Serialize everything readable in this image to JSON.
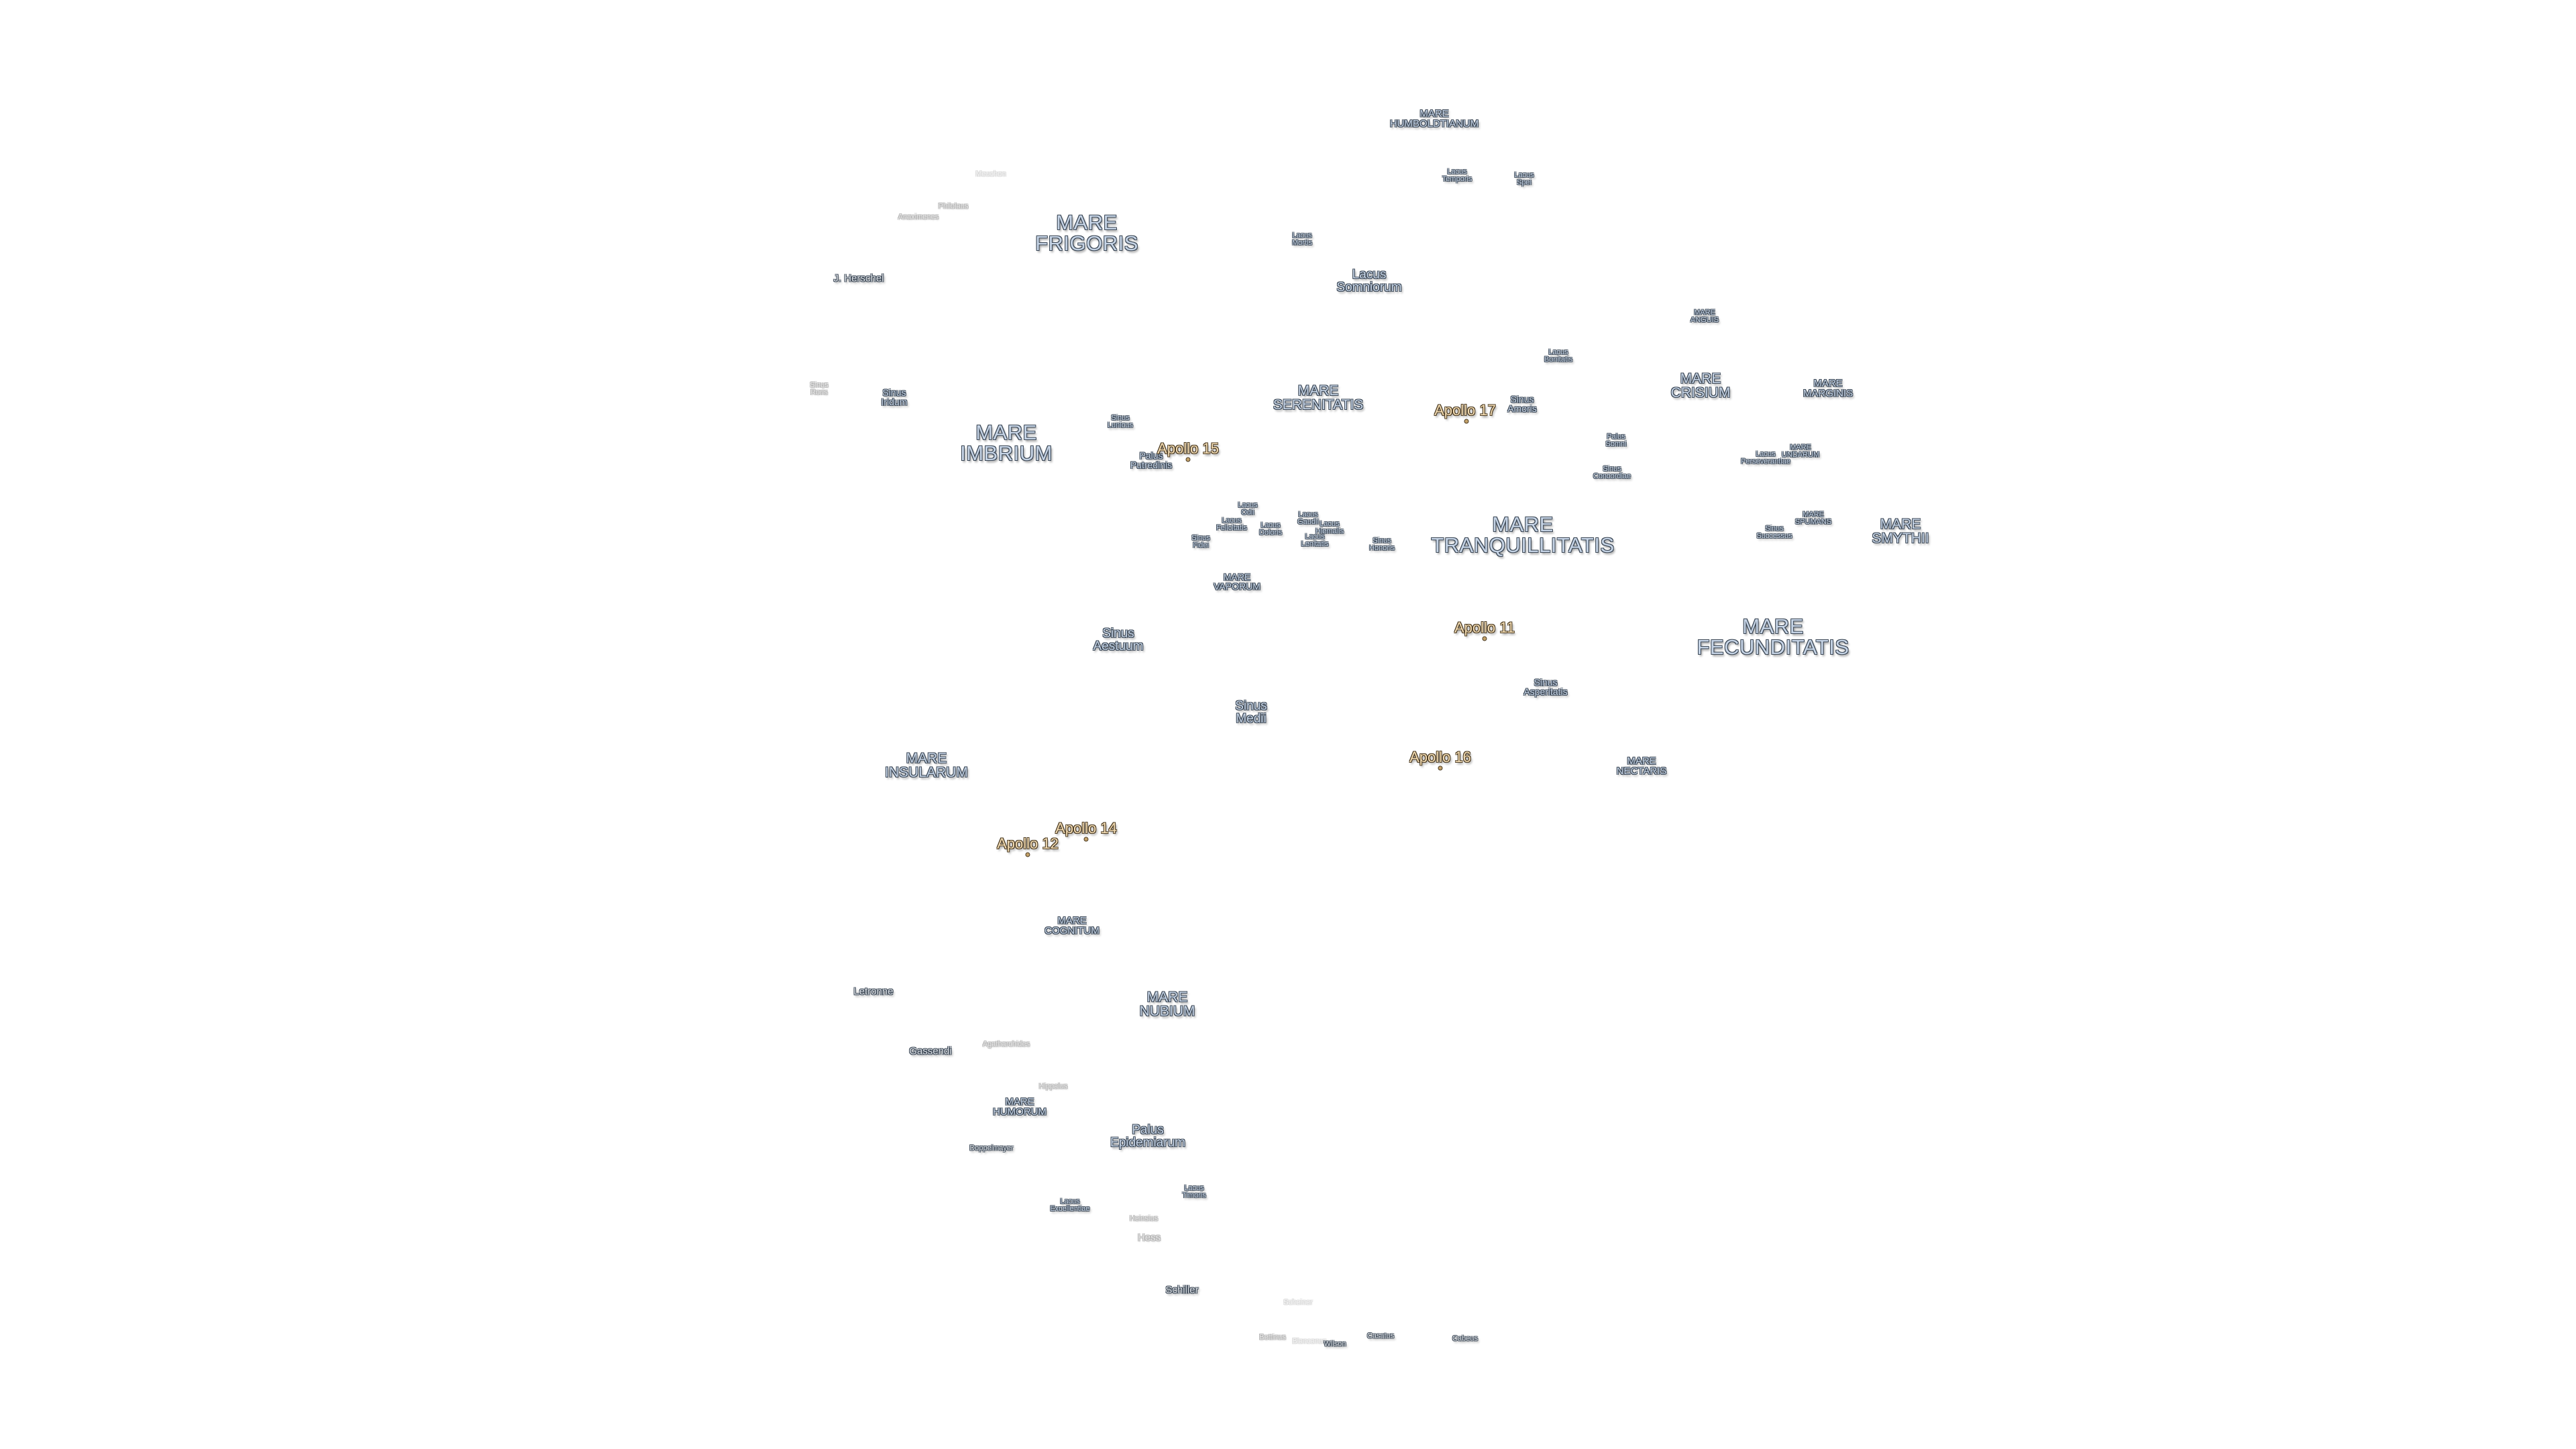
{
  "labels": {
    "mare_humboldtianum": "MARE\nHUMBOLDTIANUM",
    "lacus_temporis": "Lacus\nTemporis",
    "lacus_spei": "Lacus\nSpei",
    "meuchon": "Meuchon",
    "philolaus": "Philolaus",
    "anaximenes": "Anaximenes",
    "mare_frigoris": "MARE\nFRIGORIS",
    "lacus_mortis": "Lacus\nMortis",
    "lacus_somniorum": "Lacus\nSomniorum",
    "j_herschel": "J. Herschel",
    "mare_anguis": "MARE\nANGUIS",
    "lacus_bonitatis": "Lacus\nBonitatis",
    "sinus_roris": "Sinus\nRoris",
    "sinus_iridum": "Sinus\nIridum",
    "mare_crisium": "MARE\nCRISIUM",
    "mare_marginis": "MARE\nMARGINIS",
    "mare_serenitatis": "MARE\nSERENITATIS",
    "sinus_amoris": "Sinus\nAmoris",
    "sinus_lunicus": "Sinus\nLunicus",
    "mare_imbrium": "MARE\nIMBRIUM",
    "palus_somni": "Palus\nSomni",
    "mare_undarum": "MARE\nUNDARUM",
    "lacus_perseverantiae": "Lacus\nPerseverantiae",
    "palus_putredinis": "Palus\nPutredinis",
    "sinus_concordiae": "Sinus\nConcordiae",
    "lacus_odii": "Lacus\nOdii",
    "lacus_felicitatis": "Lacus\nFelicitatis",
    "lacus_doloris": "Lacus\nDoloris",
    "lacus_gaudii": "Lacus\nGaudii",
    "lacus_hiemalis": "Lacus\nHiemalis",
    "lacus_lenitatis": "Lacus\nLenitatis",
    "sinus_fidei": "Sinus\nFidei",
    "sinus_honoris": "Sinus\nHonoris",
    "mare_tranquillitatis": "MARE\nTRANQUILLITATIS",
    "mare_spumans": "MARE\nSPUMANS",
    "sinus_successus": "Sinus\nSuccessus",
    "mare_smythii": "MARE\nSMYTHII",
    "mare_vaporum": "MARE\nVAPORUM",
    "sinus_aestuum": "Sinus\nAestuum",
    "mare_fecunditatis": "MARE\nFECUNDITATIS",
    "sinus_asperitatis": "Sinus\nAsperitatis",
    "sinus_medii": "Sinus\nMedii",
    "mare_insularum": "MARE\nINSULARUM",
    "mare_nectaris": "MARE\nNECTARIS",
    "mare_cognitum": "MARE\nCOGNITUM",
    "letronne": "Letronne",
    "mare_nubium": "MARE\nNUBIUM",
    "gassendi": "Gassendi",
    "agatharchides": "Agatharchides",
    "hippalus": "Hippalus",
    "mare_humorum": "MARE\nHUMORUM",
    "doppelmayer": "Doppelmayer",
    "palus_epidemiarum": "Palus\nEpidemiarum",
    "lacus_timoris": "Lacus\nTimoris",
    "lacus_excellentiae": "Lacus\nExcellentiae",
    "heinsius": "Heinsius",
    "hess": "Hess",
    "schiller": "Schiller",
    "scheiner": "Scheiner",
    "bettinus": "Bettinus",
    "blancanus": "Blancanus",
    "wilson": "Wilson",
    "casatus": "Casatus",
    "cabeus": "Cabeus"
  },
  "apollo": {
    "a11": "Apollo 11",
    "a12": "Apollo 12",
    "a14": "Apollo 14",
    "a15": "Apollo 15",
    "a16": "Apollo 16",
    "a17": "Apollo 17"
  },
  "colors": {
    "label_fill": "#c6d4e6",
    "label_outline": "#3a4654",
    "apollo_fill": "#f3dcb3",
    "background": "#ffffff"
  }
}
